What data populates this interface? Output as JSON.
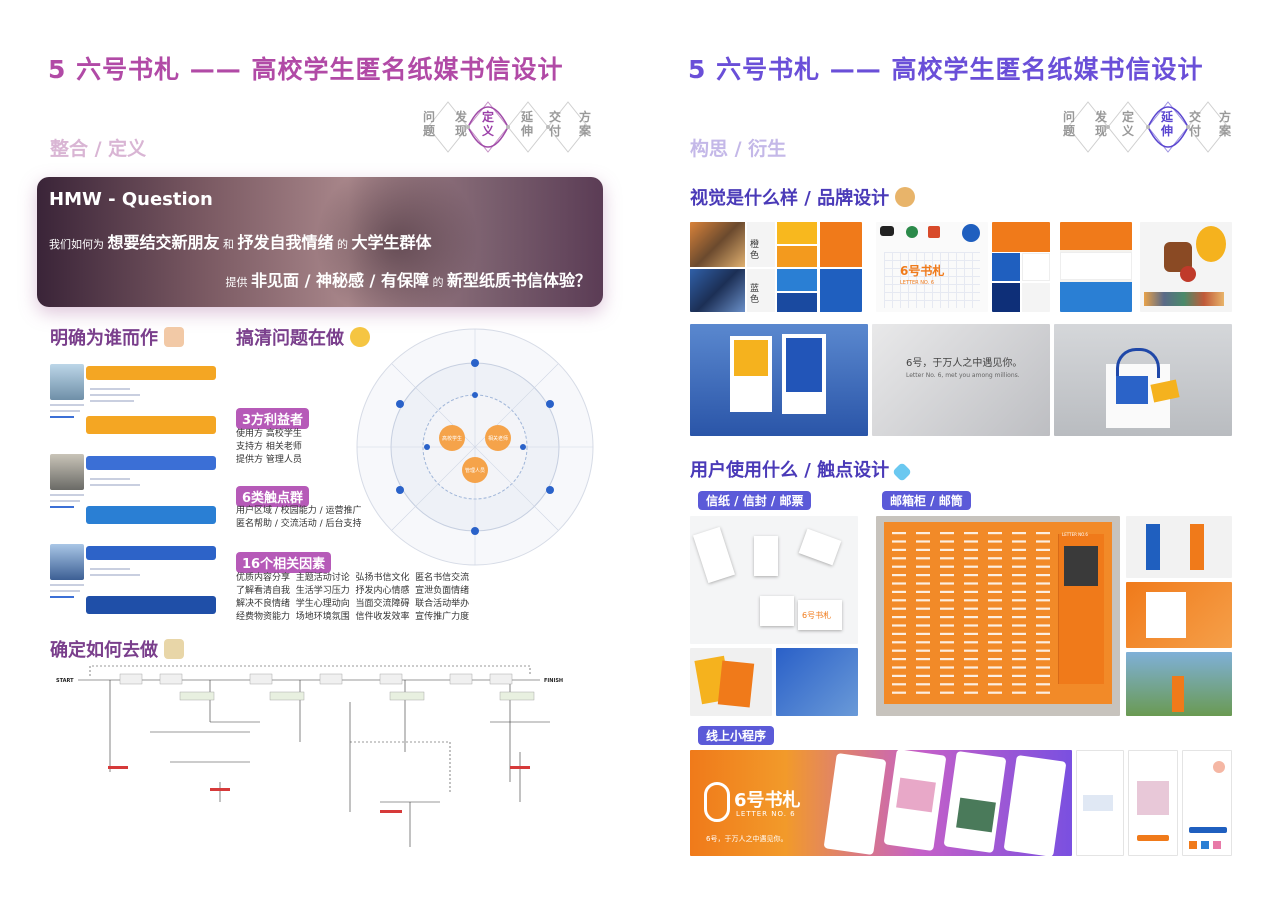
{
  "left": {
    "title": "5  六号书札 —— 高校学生匿名纸媒书信设计",
    "subtitle": "整合 / 定义",
    "phases": [
      "问题",
      "发现",
      "定义",
      "延伸",
      "交付",
      "方案"
    ],
    "active_phase": "定义",
    "hmw": {
      "title": "HMW - Question",
      "line1_pre": "我们如何为",
      "line1_a": "想要结交新朋友",
      "line1_and": "和",
      "line1_b": "抒发自我情绪",
      "line1_of": "的",
      "line1_c": "大学生群体",
      "line2_pre": "提供",
      "line2_a": "非见面 / 神秘感 / 有保障",
      "line2_of": "的",
      "line2_b": "新型纸质书信体验？"
    },
    "sec_who": "明确为谁而作",
    "sec_problem": "搞清问题在做",
    "sec_how": "确定如何去做",
    "stakeholders_tag": "3方利益者",
    "stakeholders_text": "使用方 高校学生\n支持方 相关老师\n提供方 管理人员",
    "touch_tag": "6类触点群",
    "touch_text": "用户区域 / 校园能力 / 运营推广\n匿名帮助 / 交流活动 / 后台支持",
    "factors_tag": "16个相关因素",
    "factors_text": "优质内容分享  主题活动讨论  弘扬书信文化  匿名书信交流\n了解看清自我  生活学习压力  抒发内心情感  宣泄负面情绪\n解决不良情绪  学生心理动向  当面交流障碍  联合活动举办\n经费物资能力  场地环境氛围  信件收发效率  宣传推广力度",
    "circle_nodes": [
      "高校学生",
      "相关老师",
      "管理人员"
    ],
    "flow_start": "START",
    "flow_finish": "FINISH"
  },
  "right": {
    "title": "5  六号书札 —— 高校学生匿名纸媒书信设计",
    "subtitle": "构思 / 衍生",
    "phases": [
      "问题",
      "发现",
      "定义",
      "延伸",
      "交付",
      "方案"
    ],
    "active_phase": "延伸",
    "sec_visual": "视觉是什么样 / 品牌设计",
    "sec_touch": "用户使用什么 / 触点设计",
    "pill_paper": "信纸 / 信封 / 邮票",
    "pill_mailbox": "邮箱柜 / 邮筒",
    "pill_mini": "线上小程序",
    "color_orange": "橙\n色",
    "color_blue": "蓝\n色",
    "brand_name": "6号书札",
    "brand_en": "LETTER NO. 6",
    "slogan_cn": "6号，于万人之中遇见你。",
    "slogan_en": "Letter No. 6, met you among millions.",
    "mailbox_label": "LETTER NO.6"
  },
  "colors": {
    "accent_left": "#b14aa6",
    "accent_right": "#6a4fd8",
    "brand_orange": "#f07a1a",
    "brand_blue": "#1f5fbf"
  }
}
